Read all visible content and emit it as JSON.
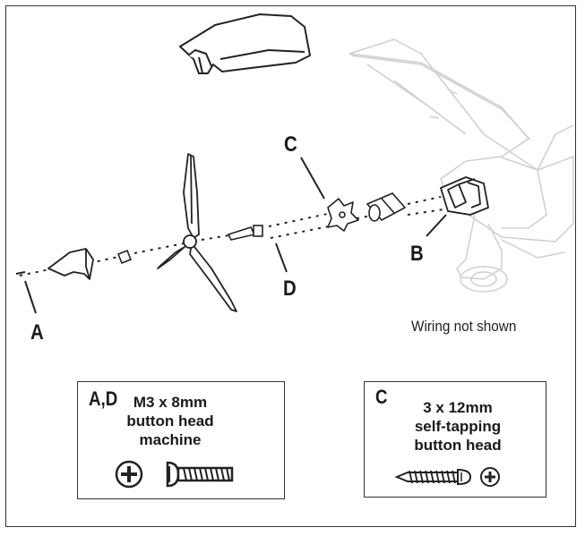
{
  "labels": {
    "a": "A",
    "b": "B",
    "c": "C",
    "d": "D"
  },
  "note": "Wiring not shown",
  "spec_boxes": [
    {
      "id": "A,D",
      "lines": [
        "M3 x 8mm",
        "button head",
        "machine"
      ]
    },
    {
      "id": "C",
      "lines": [
        "3 x 12mm",
        "self-tapping",
        "button head"
      ]
    }
  ],
  "icons": [
    "phillips-head-icon",
    "machine-screw-icon",
    "self-tapping-screw-icon"
  ]
}
